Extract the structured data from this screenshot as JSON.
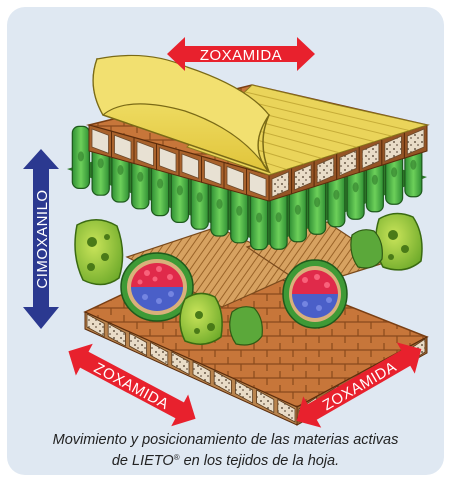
{
  "labels": {
    "zoxamida_top": "ZOXAMIDA",
    "cimoxanilo": "CIMOXANILO",
    "zoxamida_left": "ZOXAMIDA",
    "zoxamida_right": "ZOXAMIDA"
  },
  "caption": {
    "line1": "Movimiento y posicionamiento de las materias activas",
    "line2_before": "de LIETO",
    "line2_sup": "®",
    "line2_after": " en los tejidos de la hoja."
  },
  "colors": {
    "red_arrow": "#e8212d",
    "blue_arrow": "#2b3990",
    "cuticle": "#f0df5a",
    "epidermis": "#c8793a",
    "palisade": "#4fb448",
    "vessel_red": "#e02a4a",
    "vessel_blue": "#4a5fc8",
    "background": "#dfe8f2"
  }
}
